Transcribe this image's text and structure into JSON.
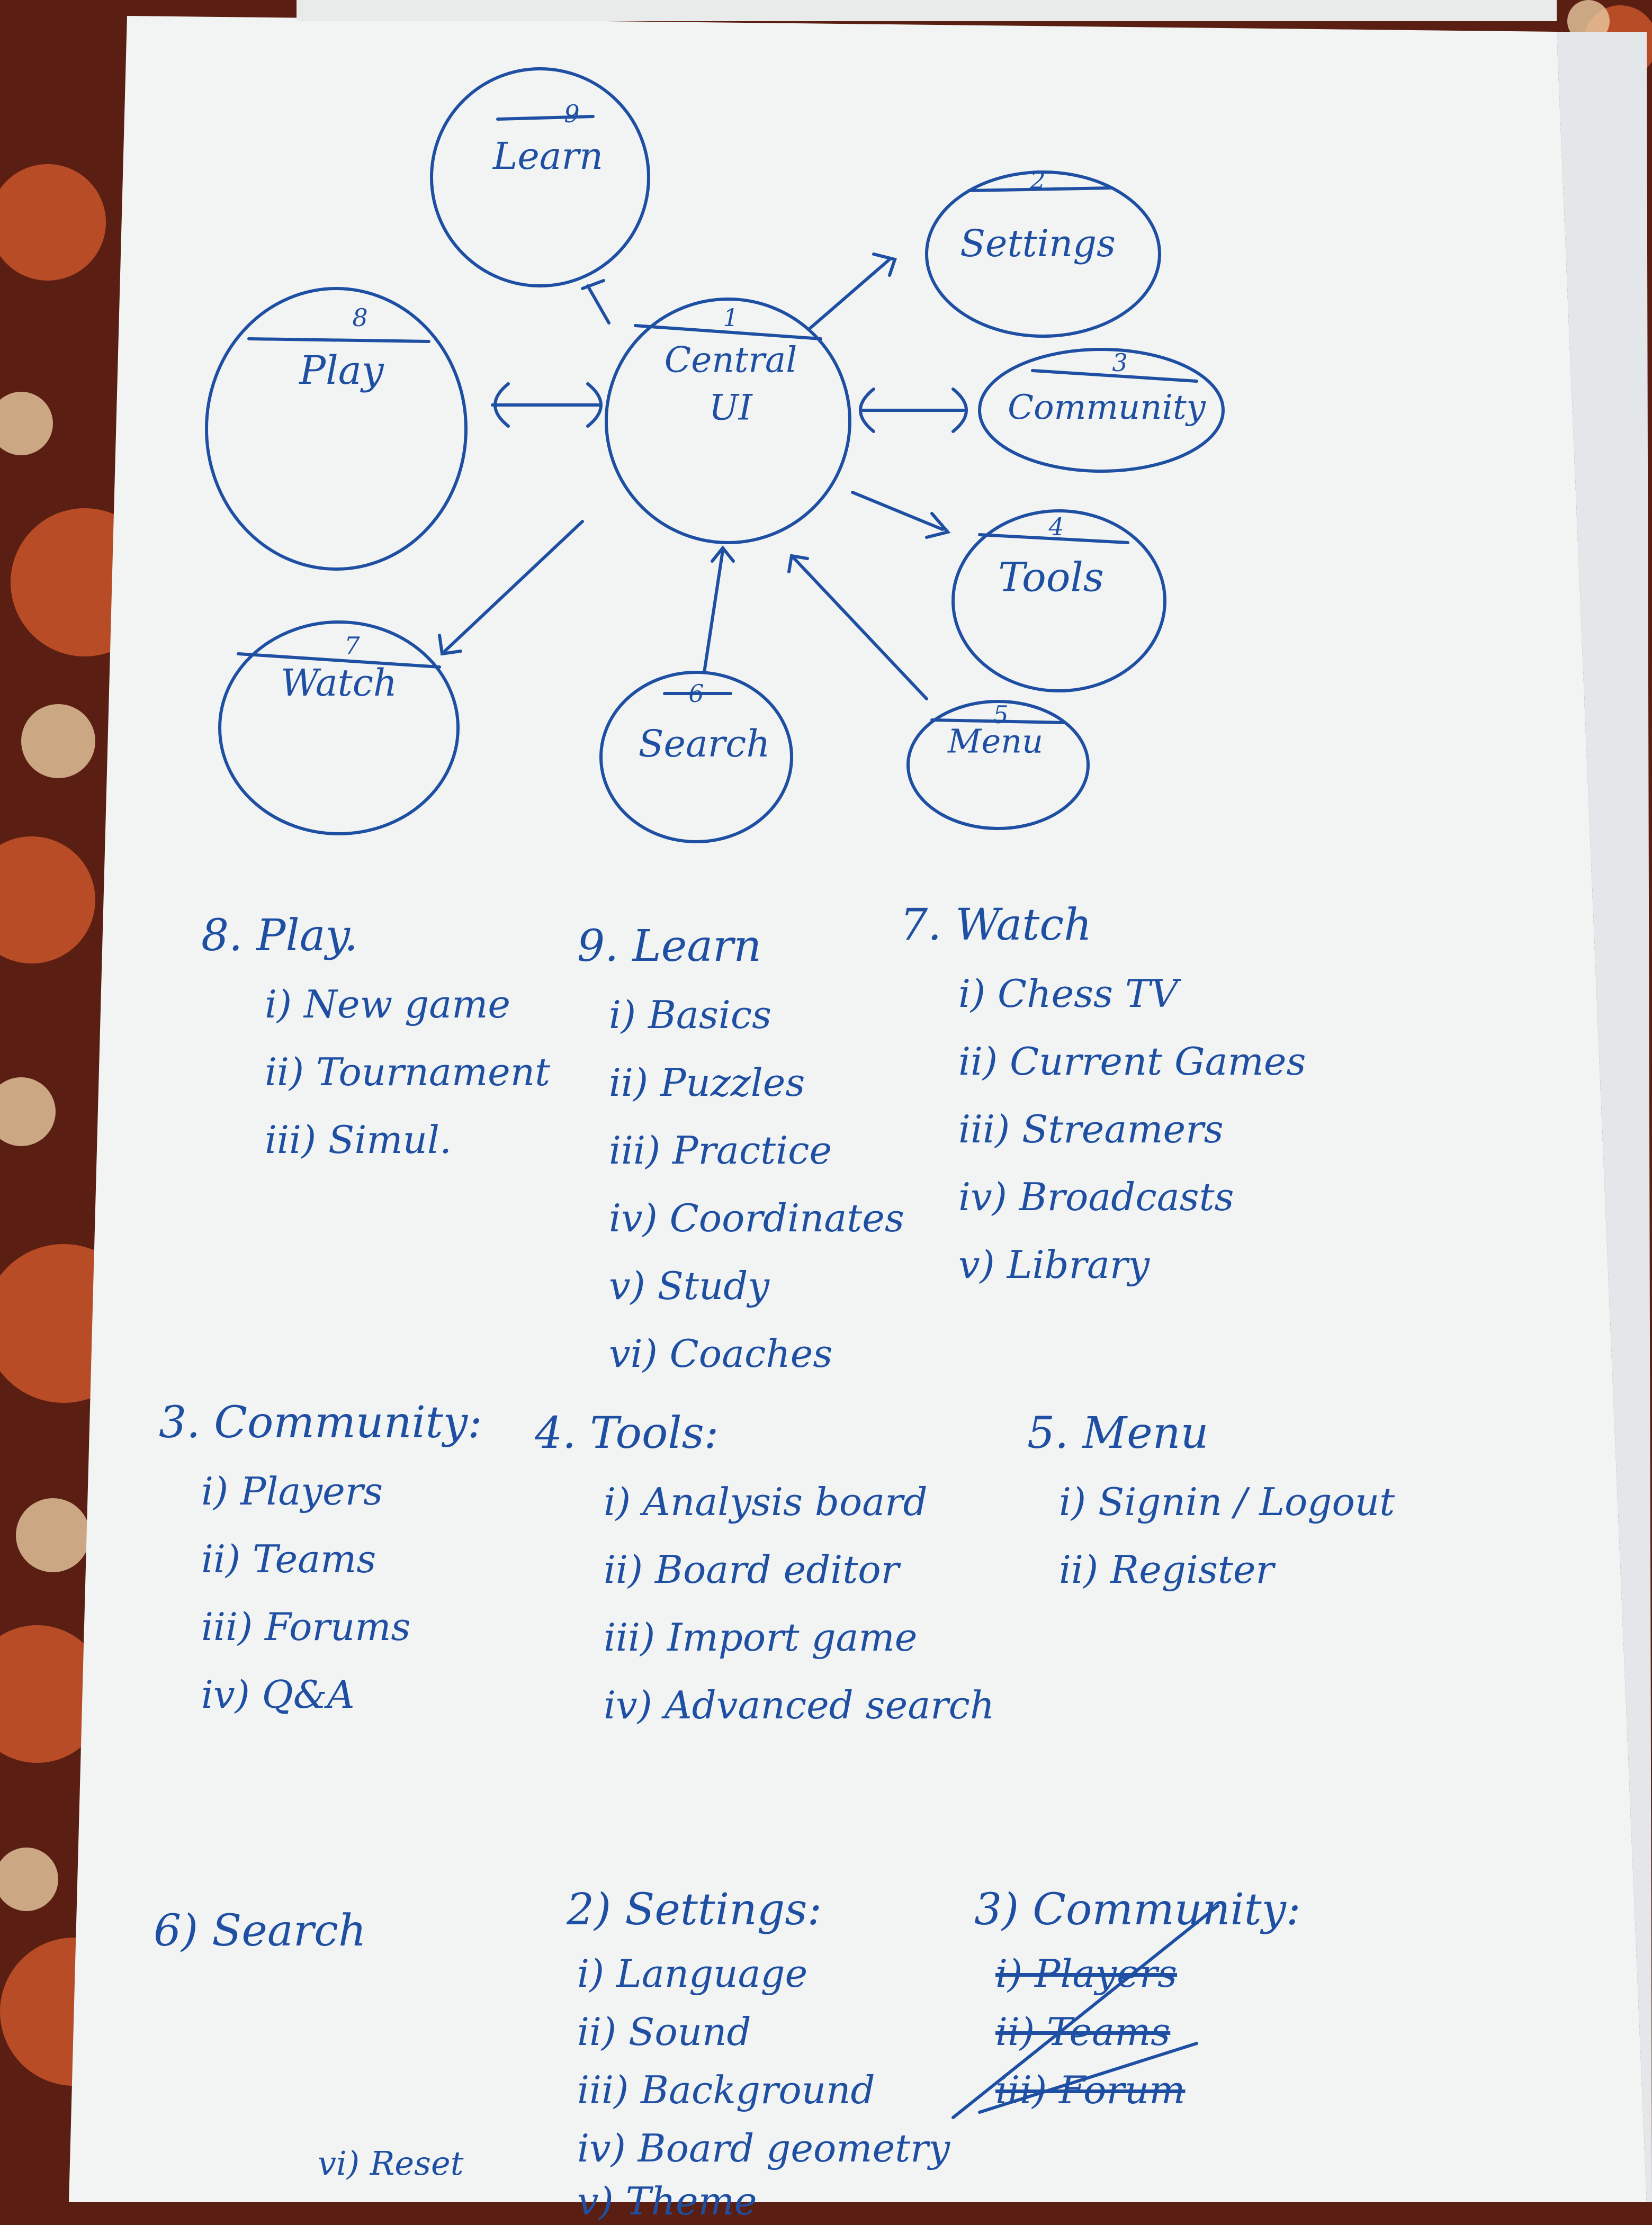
{
  "colors": {
    "ink": "#1e4fa3",
    "paper": "#f2f4f3",
    "fabric_dark": "#5a1f12",
    "fabric_flower": "#c9552a",
    "fabric_light": "#e9c9a0"
  },
  "diagram": {
    "center": {
      "label_line1": "Central",
      "label_line2": "UI",
      "number": "1"
    },
    "nodes": [
      {
        "key": "learn",
        "number": "9",
        "label": "Learn"
      },
      {
        "key": "settings",
        "number": "2",
        "label": "Settings"
      },
      {
        "key": "play",
        "number": "8",
        "label": "Play"
      },
      {
        "key": "community",
        "number": "3",
        "label": "Community"
      },
      {
        "key": "tools",
        "number": "4",
        "label": "Tools"
      },
      {
        "key": "watch",
        "number": "7",
        "label": "Watch"
      },
      {
        "key": "search",
        "number": "6",
        "label": "Search"
      },
      {
        "key": "menu",
        "number": "5",
        "label": "Menu"
      }
    ]
  },
  "sections": {
    "play": {
      "title": "8. Play.",
      "items": [
        "i) New game",
        "ii) Tournament",
        "iii) Simul."
      ]
    },
    "learn": {
      "title": "9. Learn",
      "items": [
        "i) Basics",
        "ii) Puzzles",
        "iii) Practice",
        "iv) Coordinates",
        "v) Study",
        "vi) Coaches"
      ]
    },
    "watch": {
      "title": "7. Watch",
      "items": [
        "i) Chess TV",
        "ii) Current Games",
        "iii) Streamers",
        "iv) Broadcasts",
        "v) Library"
      ]
    },
    "community": {
      "title": "3. Community:",
      "items": [
        "i) Players",
        "ii) Teams",
        "iii) Forums",
        "iv) Q&A"
      ]
    },
    "tools": {
      "title": "4. Tools:",
      "items": [
        "i) Analysis board",
        "ii) Board editor",
        "iii) Import game",
        "iv) Advanced search"
      ]
    },
    "menu": {
      "title": "5. Menu",
      "items": [
        "i) Signin / Logout",
        "ii) Register"
      ]
    },
    "search": {
      "title": "6) Search",
      "items": []
    },
    "settings": {
      "title": "2) Settings:",
      "items": [
        "i) Language",
        "ii) Sound",
        "iii) Background",
        "iv) Board geometry",
        "v) Theme"
      ],
      "extra_item": "vi) Reset"
    },
    "community_struck": {
      "title": "3) Community:",
      "items": [
        "i) Players",
        "ii) Teams",
        "iii) Forum"
      ]
    }
  }
}
